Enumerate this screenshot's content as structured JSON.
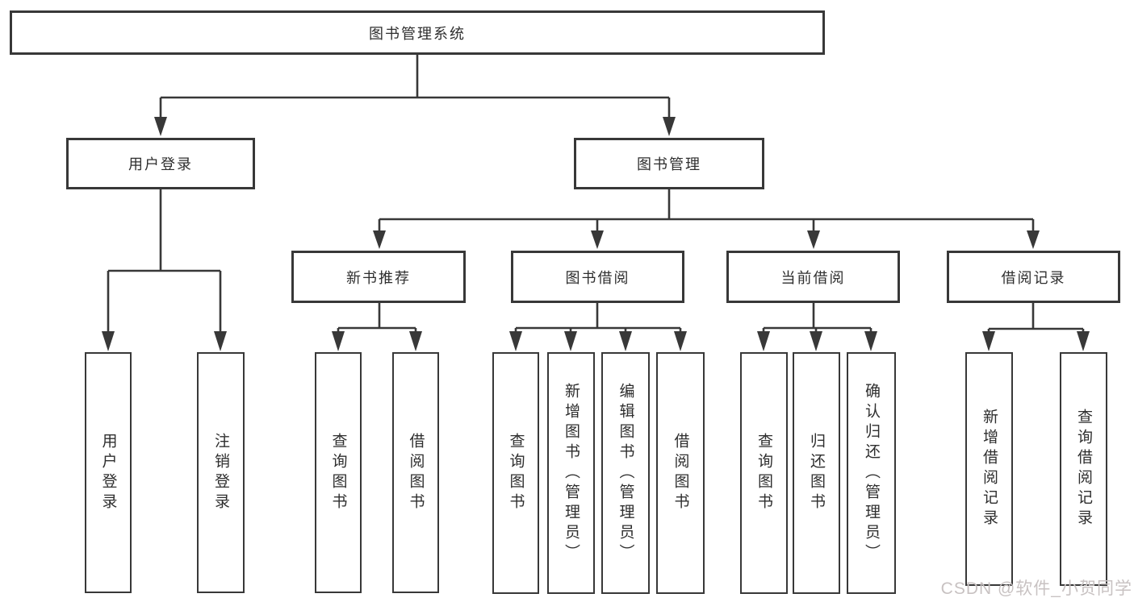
{
  "diagram": {
    "type": "tree",
    "root": {
      "label": "图书管理系统"
    },
    "level2": [
      {
        "label": "用户登录",
        "children": [
          {
            "label": "用户登录"
          },
          {
            "label": "注销登录"
          }
        ]
      },
      {
        "label": "图书管理",
        "children": [
          {
            "label": "新书推荐",
            "children": [
              {
                "label": "查询图书"
              },
              {
                "label": "借阅图书"
              }
            ]
          },
          {
            "label": "图书借阅",
            "children": [
              {
                "label": "查询图书"
              },
              {
                "label": "新增图书（管理员）"
              },
              {
                "label": "编辑图书（管理员）"
              },
              {
                "label": "借阅图书"
              }
            ]
          },
          {
            "label": "当前借阅",
            "children": [
              {
                "label": "查询图书"
              },
              {
                "label": "归还图书"
              },
              {
                "label": "确认归还（管理员）"
              }
            ]
          },
          {
            "label": "借阅记录",
            "children": [
              {
                "label": "新增借阅记录"
              },
              {
                "label": "查询借阅记录"
              }
            ]
          }
        ]
      }
    ]
  },
  "watermark": {
    "text": "CSDN @软件_小贺同学"
  },
  "colors": {
    "line": "#383838",
    "text": "#2e2e2e",
    "watermark": "#c8c2c2",
    "background": "#ffffff"
  }
}
